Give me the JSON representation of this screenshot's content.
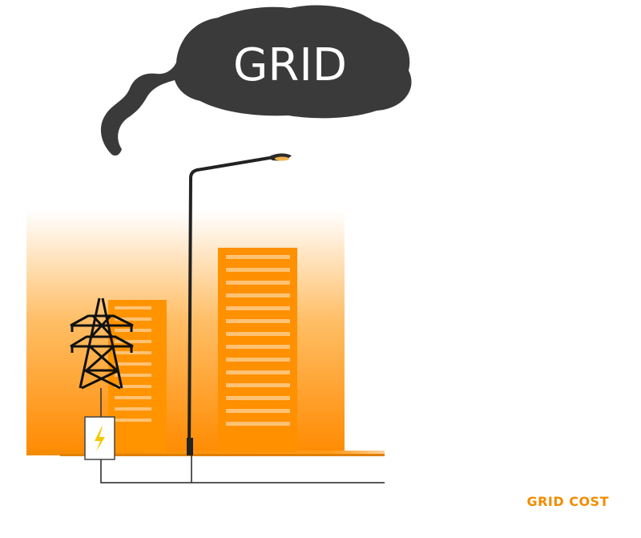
{
  "cloud": {
    "label": "GRID"
  },
  "footer": {
    "label": "GRID COST"
  },
  "colors": {
    "accent": "#f28c00",
    "cloud": "#3a3a3a",
    "bolt": "#f5c800",
    "line": "#1a1a1a"
  },
  "icons": [
    "smoke-cloud",
    "street-lamp",
    "power-pylon",
    "electric-meter-icon",
    "lightning-bolt-icon"
  ]
}
